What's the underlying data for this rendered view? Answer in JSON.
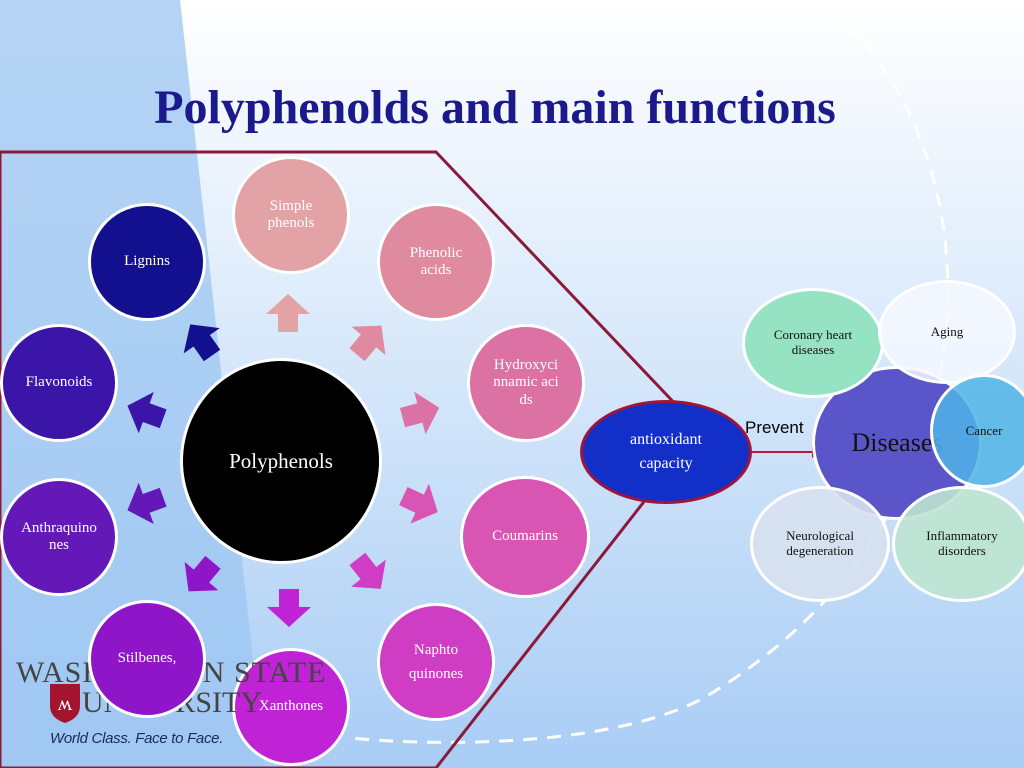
{
  "title": "Polyphenolds and main functions",
  "center": "Polyphenols",
  "classes": [
    {
      "label": "Simple phenols",
      "color": "#e3a3a6"
    },
    {
      "label": "Phenolic acids",
      "color": "#e08aa0"
    },
    {
      "label": "Hydroxycinnamic acids",
      "color": "#db72a3"
    },
    {
      "label": "Coumarins",
      "color": "#d955b4"
    },
    {
      "label": "Naphto quinones",
      "color": "#cf3dc4"
    },
    {
      "label": "Xanthones",
      "color": "#c023d6"
    },
    {
      "label": "Stilbenes,",
      "color": "#8f15c9"
    },
    {
      "label": "Anthraquinones",
      "color": "#6418b8"
    },
    {
      "label": "Flavonoids",
      "color": "#3b15a8"
    },
    {
      "label": "Lignins",
      "color": "#13108f"
    }
  ],
  "antioxidant": "antioxidant capacity",
  "prevent": "Prevent",
  "diseases": {
    "center": "Diseases",
    "coronary": "Coronary heart diseases",
    "aging": "Aging",
    "cancer": "Cancer",
    "neuro": "Neurological degeneration",
    "inflammatory": "Inflammatory disorders"
  },
  "logo": {
    "line1": "WASHINGTON STATE",
    "line2": "UNIVERSITY",
    "tagline": "World Class. Face to Face."
  }
}
